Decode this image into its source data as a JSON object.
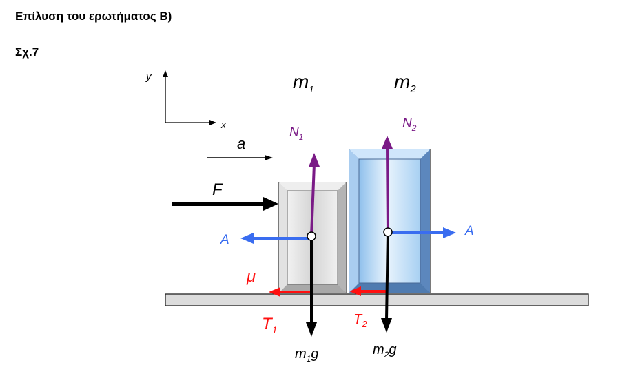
{
  "heading": {
    "title": "Επίλυση του ερωτήματος Β)",
    "figure": "Σχ.7"
  },
  "axes": {
    "y": "y",
    "x": "x"
  },
  "masses": {
    "m1": {
      "base": "m",
      "sub": "1"
    },
    "m2": {
      "base": "m",
      "sub": "2"
    }
  },
  "forces": {
    "acceleration": "a",
    "applied": "F",
    "normal1": {
      "base": "N",
      "sub": "1"
    },
    "normal2": {
      "base": "N",
      "sub": "2"
    },
    "contact_left": "A",
    "contact_right": "A",
    "friction_label": "μ",
    "friction1": {
      "base": "T",
      "sub": "1"
    },
    "friction2": {
      "base": "T",
      "sub": "2"
    },
    "weight1": {
      "base": "m",
      "sub": "1",
      "tail": "g"
    },
    "weight2": {
      "base": "m",
      "sub": "2",
      "tail": "g"
    }
  },
  "colors": {
    "normal": "#7a1a86",
    "contact": "#3a6df0",
    "friction": "#ff1010",
    "weight": "#000000",
    "block1_face": "#d6d6d6",
    "block2_face": "#bcdcf6"
  }
}
